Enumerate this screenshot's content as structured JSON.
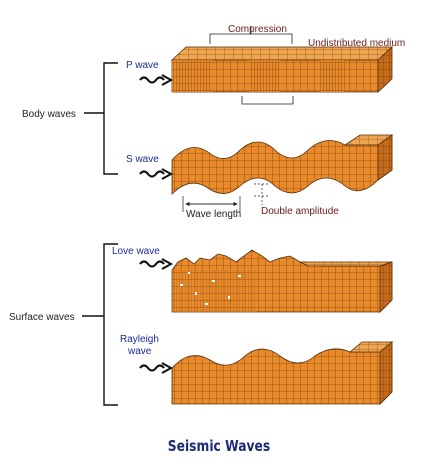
{
  "labels": {
    "compression": "Compression",
    "undistributed_medium": "Undistributed medium",
    "p_wave": "P wave",
    "s_wave": "S wave",
    "body_waves": "Body waves",
    "wave_length": "Wave length",
    "double_amplitude": "Double amplitude",
    "love_wave": "Love wave",
    "surface_waves": "Surface waves",
    "rayleigh_line1": "Rayleigh",
    "rayleigh_line2": "wave"
  },
  "title": "Seismic Waves",
  "colors": {
    "block_fill": "#e8892a",
    "block_side": "#c46a1a",
    "block_top": "#f0a650",
    "grid_line": "#5a2e0a",
    "label_blue": "#1a2a9a",
    "label_red": "#6b1a1a",
    "title": "#1e2a78"
  }
}
